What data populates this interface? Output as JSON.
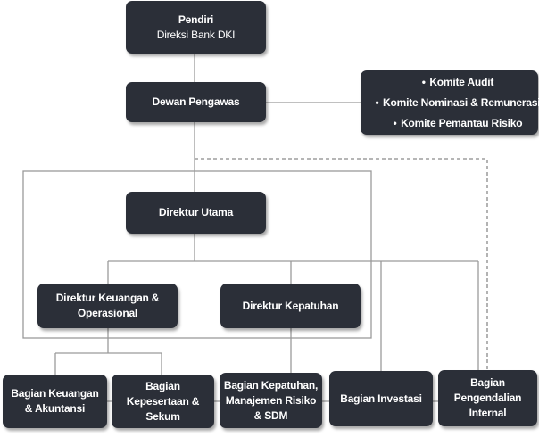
{
  "pendiri": {
    "title": "Pendiri",
    "subtitle": "Direksi Bank DKI"
  },
  "dewan_pengawas": {
    "label": "Dewan Pengawas"
  },
  "komite": {
    "items": [
      "Komite Audit",
      "Komite Nominasi & Remunerasi",
      "Komite Pemantau Risiko"
    ]
  },
  "direktur_utama": {
    "label": "Direktur Utama"
  },
  "direktur_keuangan": {
    "label": "Direktur  Keuangan &\nOperasional"
  },
  "direktur_kepatuhan": {
    "label": "Direktur Kepatuhan"
  },
  "bagian": {
    "keuangan": "Bagian Keuangan\n& Akuntansi",
    "kepesertaan": "Bagian\nKepesertaan &\nSekum",
    "kepatuhan": "Bagian Kepatuhan,\nManajemen Risiko\n& SDM",
    "investasi": "Bagian Investasi",
    "pengendalian": "Bagian\nPengendalian\nInternal"
  },
  "colors": {
    "box_fill": "#2b2f38",
    "box_text": "#ffffff",
    "connector": "#9a9a9a"
  }
}
